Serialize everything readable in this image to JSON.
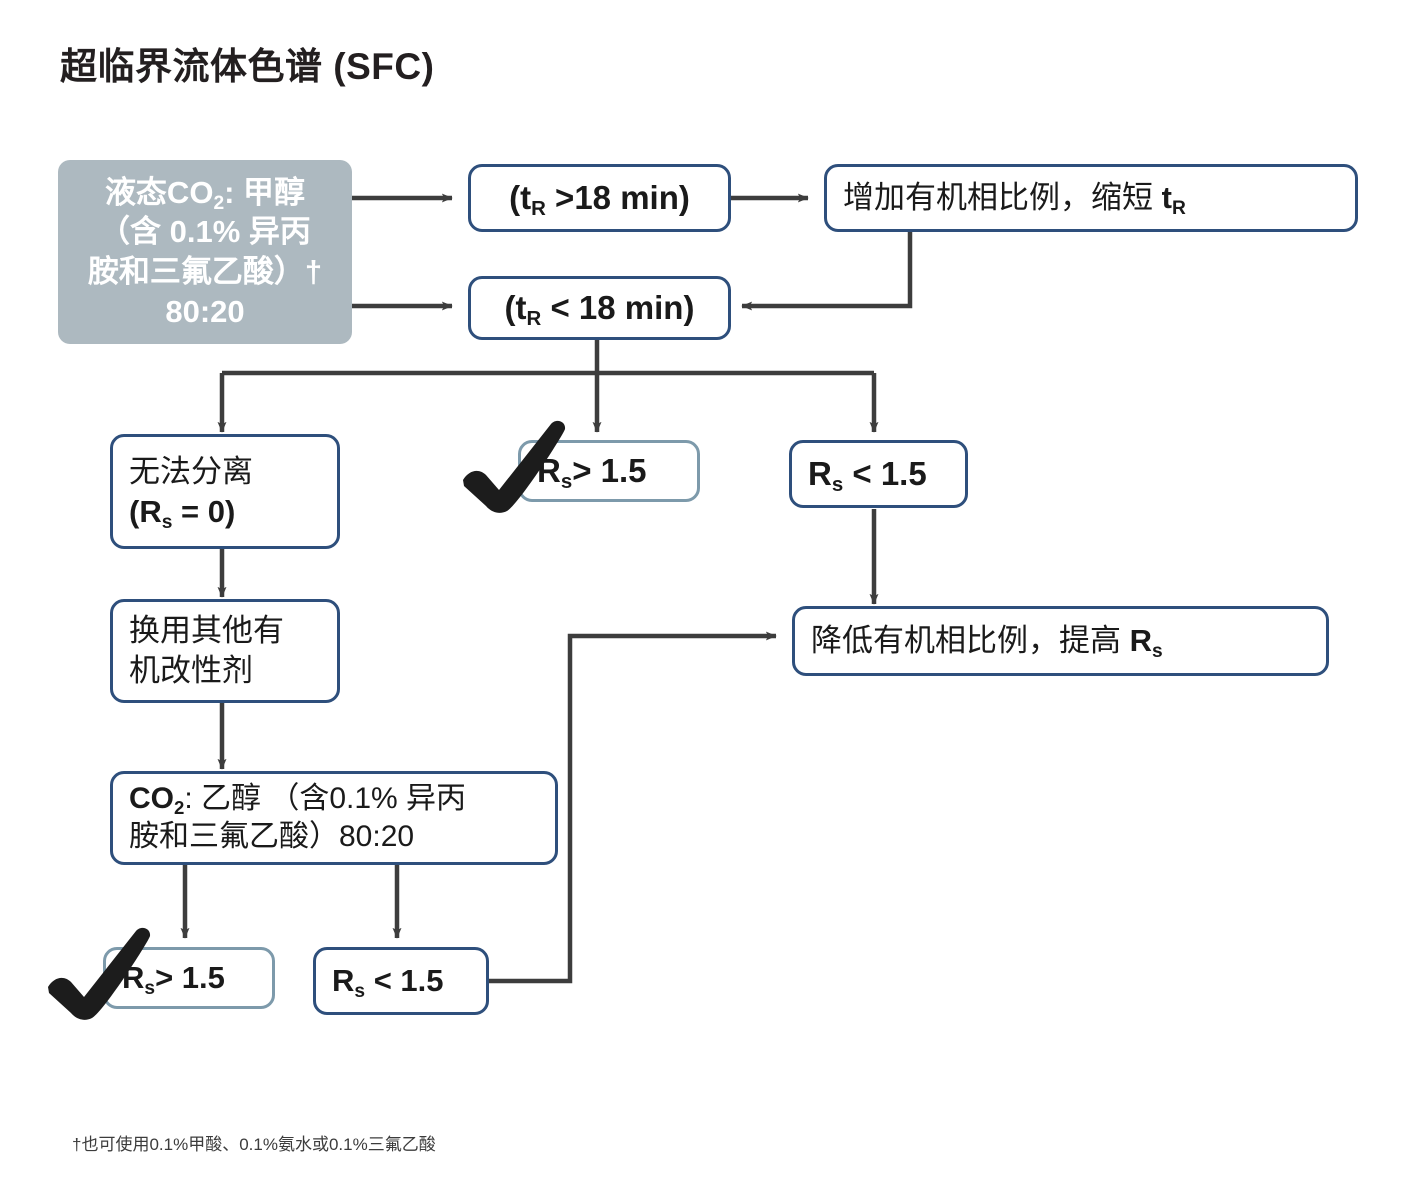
{
  "title": "超临界流体色谱 (SFC)",
  "footnote": "†也可使用0.1%甲酸、0.1%氨水或0.1%三氟乙酸",
  "colors": {
    "border_blue": "#2e4f7c",
    "border_pale": "#7d9aab",
    "start_fill": "#adb9c0",
    "arrow": "#3d3d3d",
    "text": "#1a1a1a",
    "check": "#1c1c1c"
  },
  "nodes": {
    "start": {
      "line1_pre": "液态CO",
      "line1_sub": "2",
      "line1_post": ": 甲醇",
      "line2": "（含 0.1% 异丙",
      "line3": "胺和三氟乙酸）†",
      "line4": "80:20"
    },
    "tr_gt": {
      "pre": "(t",
      "sub": "R",
      "post": " >18 min)"
    },
    "tr_lt": {
      "pre": "(t",
      "sub": "R",
      "post": " < 18 min)"
    },
    "increase_organic": {
      "pre": "增加有机相比例，缩短 ",
      "sym": "t",
      "sub": "R",
      "post": ""
    },
    "no_separation": {
      "line1": "无法分离",
      "line2_pre": "(R",
      "line2_sub": "s",
      "line2_post": " = 0)"
    },
    "rs_gt_top": {
      "pre": "R",
      "sub": "s",
      "post": "> 1.5"
    },
    "rs_lt_top": {
      "pre": "R",
      "sub": "s",
      "post": " < 1.5"
    },
    "change_modifier": {
      "line1": "换用其他有",
      "line2": "机改性剂"
    },
    "co2_ethanol": {
      "line1_pre": "CO",
      "line1_sub": "2",
      "line1_post": ": 乙醇 （含0.1% 异丙",
      "line2": "胺和三氟乙酸）80:20"
    },
    "rs_gt_bottom": {
      "pre": "R",
      "sub": "s",
      "post": "> 1.5"
    },
    "rs_lt_bottom": {
      "pre": "R",
      "sub": "s",
      "post": " < 1.5"
    },
    "decrease_organic": {
      "pre": "降低有机相比例，提高 ",
      "sym": "R",
      "sub": "s",
      "post": ""
    }
  },
  "markers": {
    "check_top_label": "check-mark",
    "check_bottom_label": "check-mark"
  }
}
